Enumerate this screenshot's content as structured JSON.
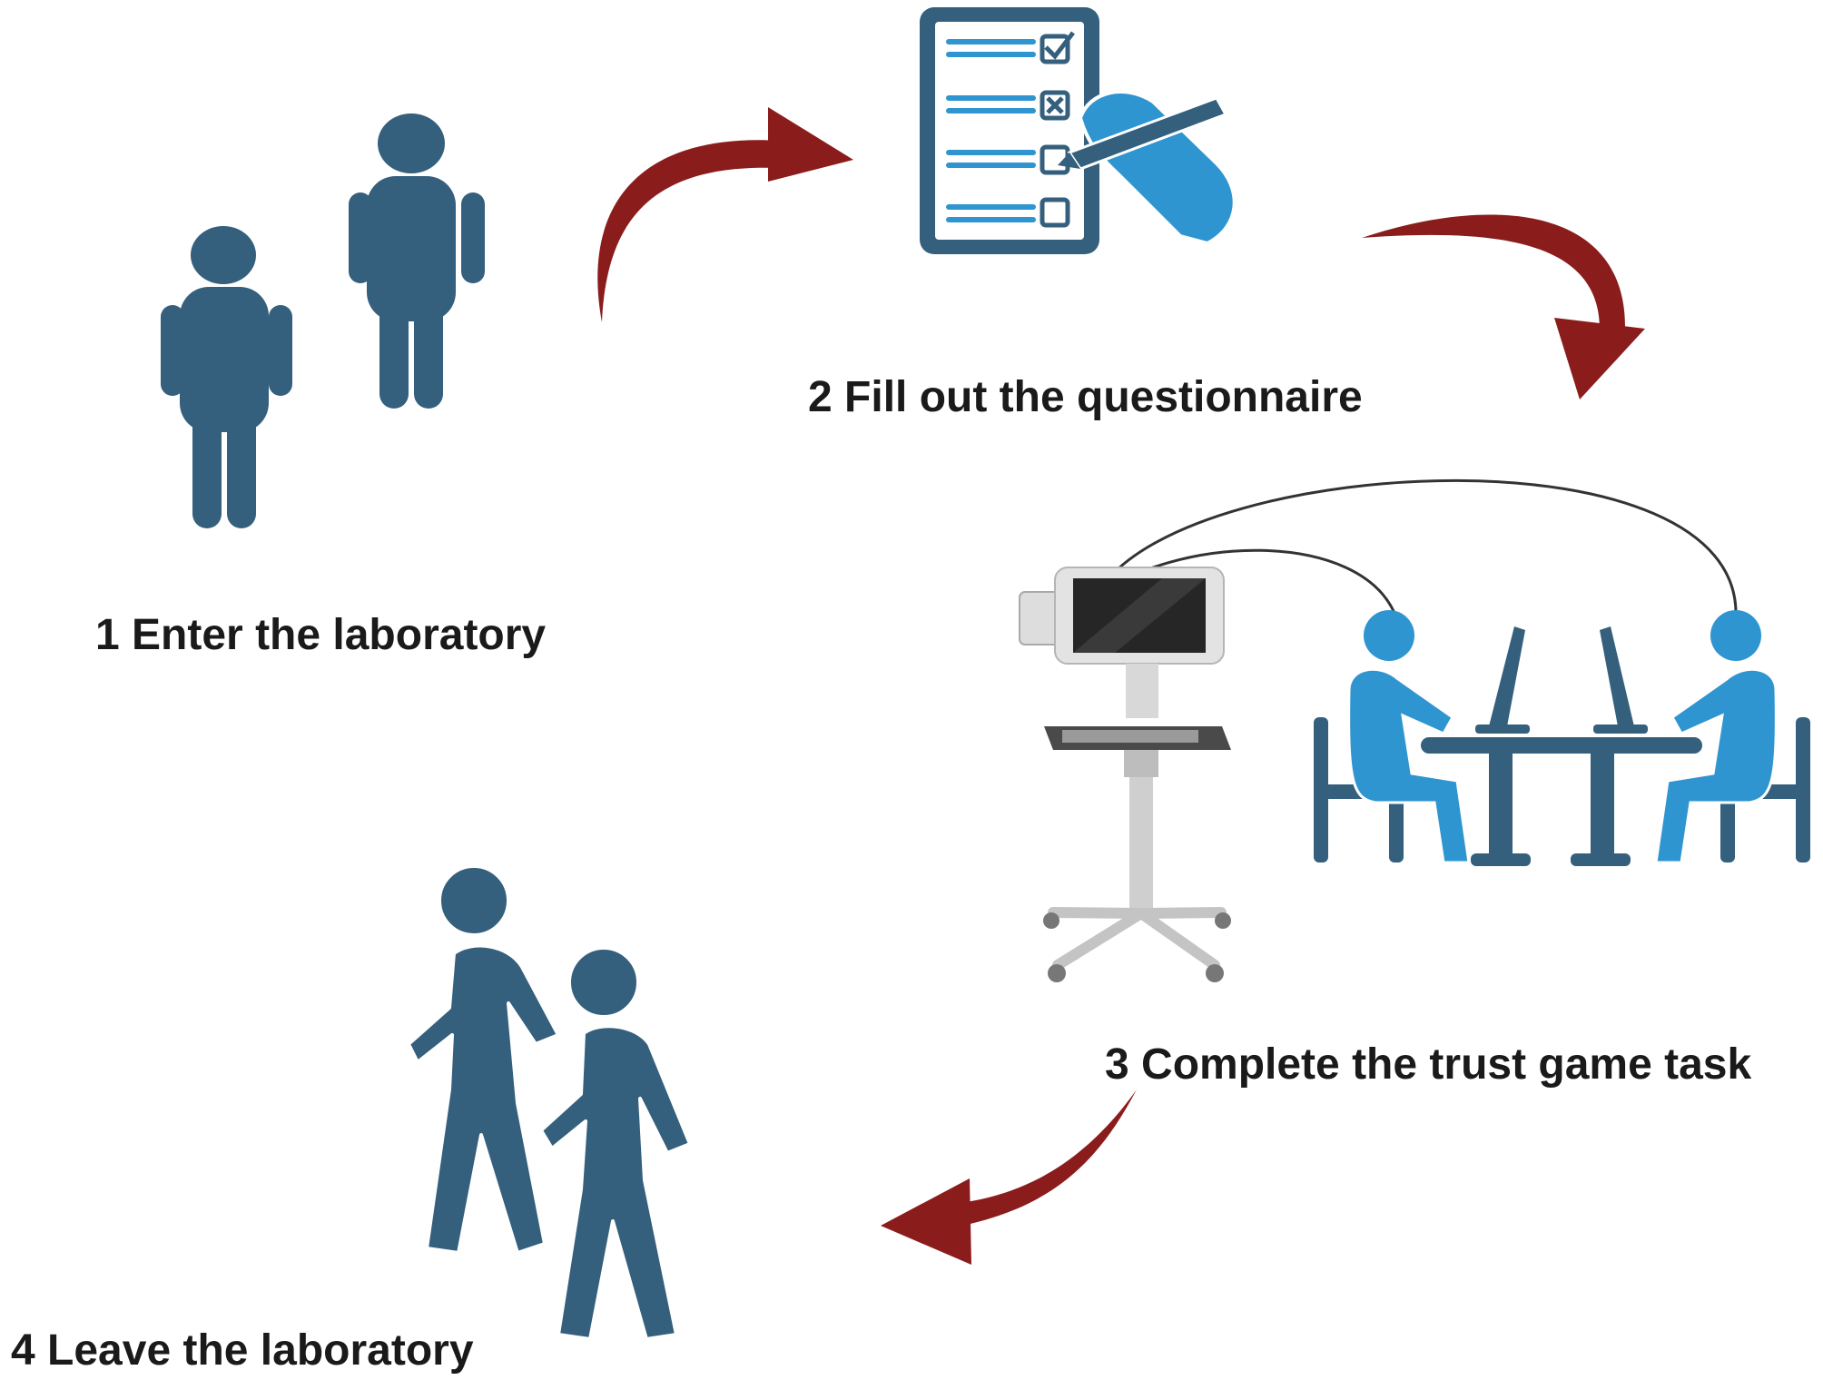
{
  "steps": [
    {
      "number": "1",
      "label": "1 Enter the laboratory",
      "icon": "two-standing-people-icon"
    },
    {
      "number": "2",
      "label": "2 Fill out the questionnaire",
      "icon": "questionnaire-clipboard-icon"
    },
    {
      "number": "3",
      "label": "3 Complete the trust game task",
      "icon": "eeg-monitor-and-two-players-icon"
    },
    {
      "number": "4",
      "label": "4 Leave the laboratory",
      "icon": "two-walking-people-icon"
    }
  ],
  "colors": {
    "person_dark": "#345f7d",
    "person_light": "#2f95d0",
    "arrow": "#8b1c1c",
    "text": "#1a1a1a",
    "equipment_gray": "#c9c9c9"
  }
}
